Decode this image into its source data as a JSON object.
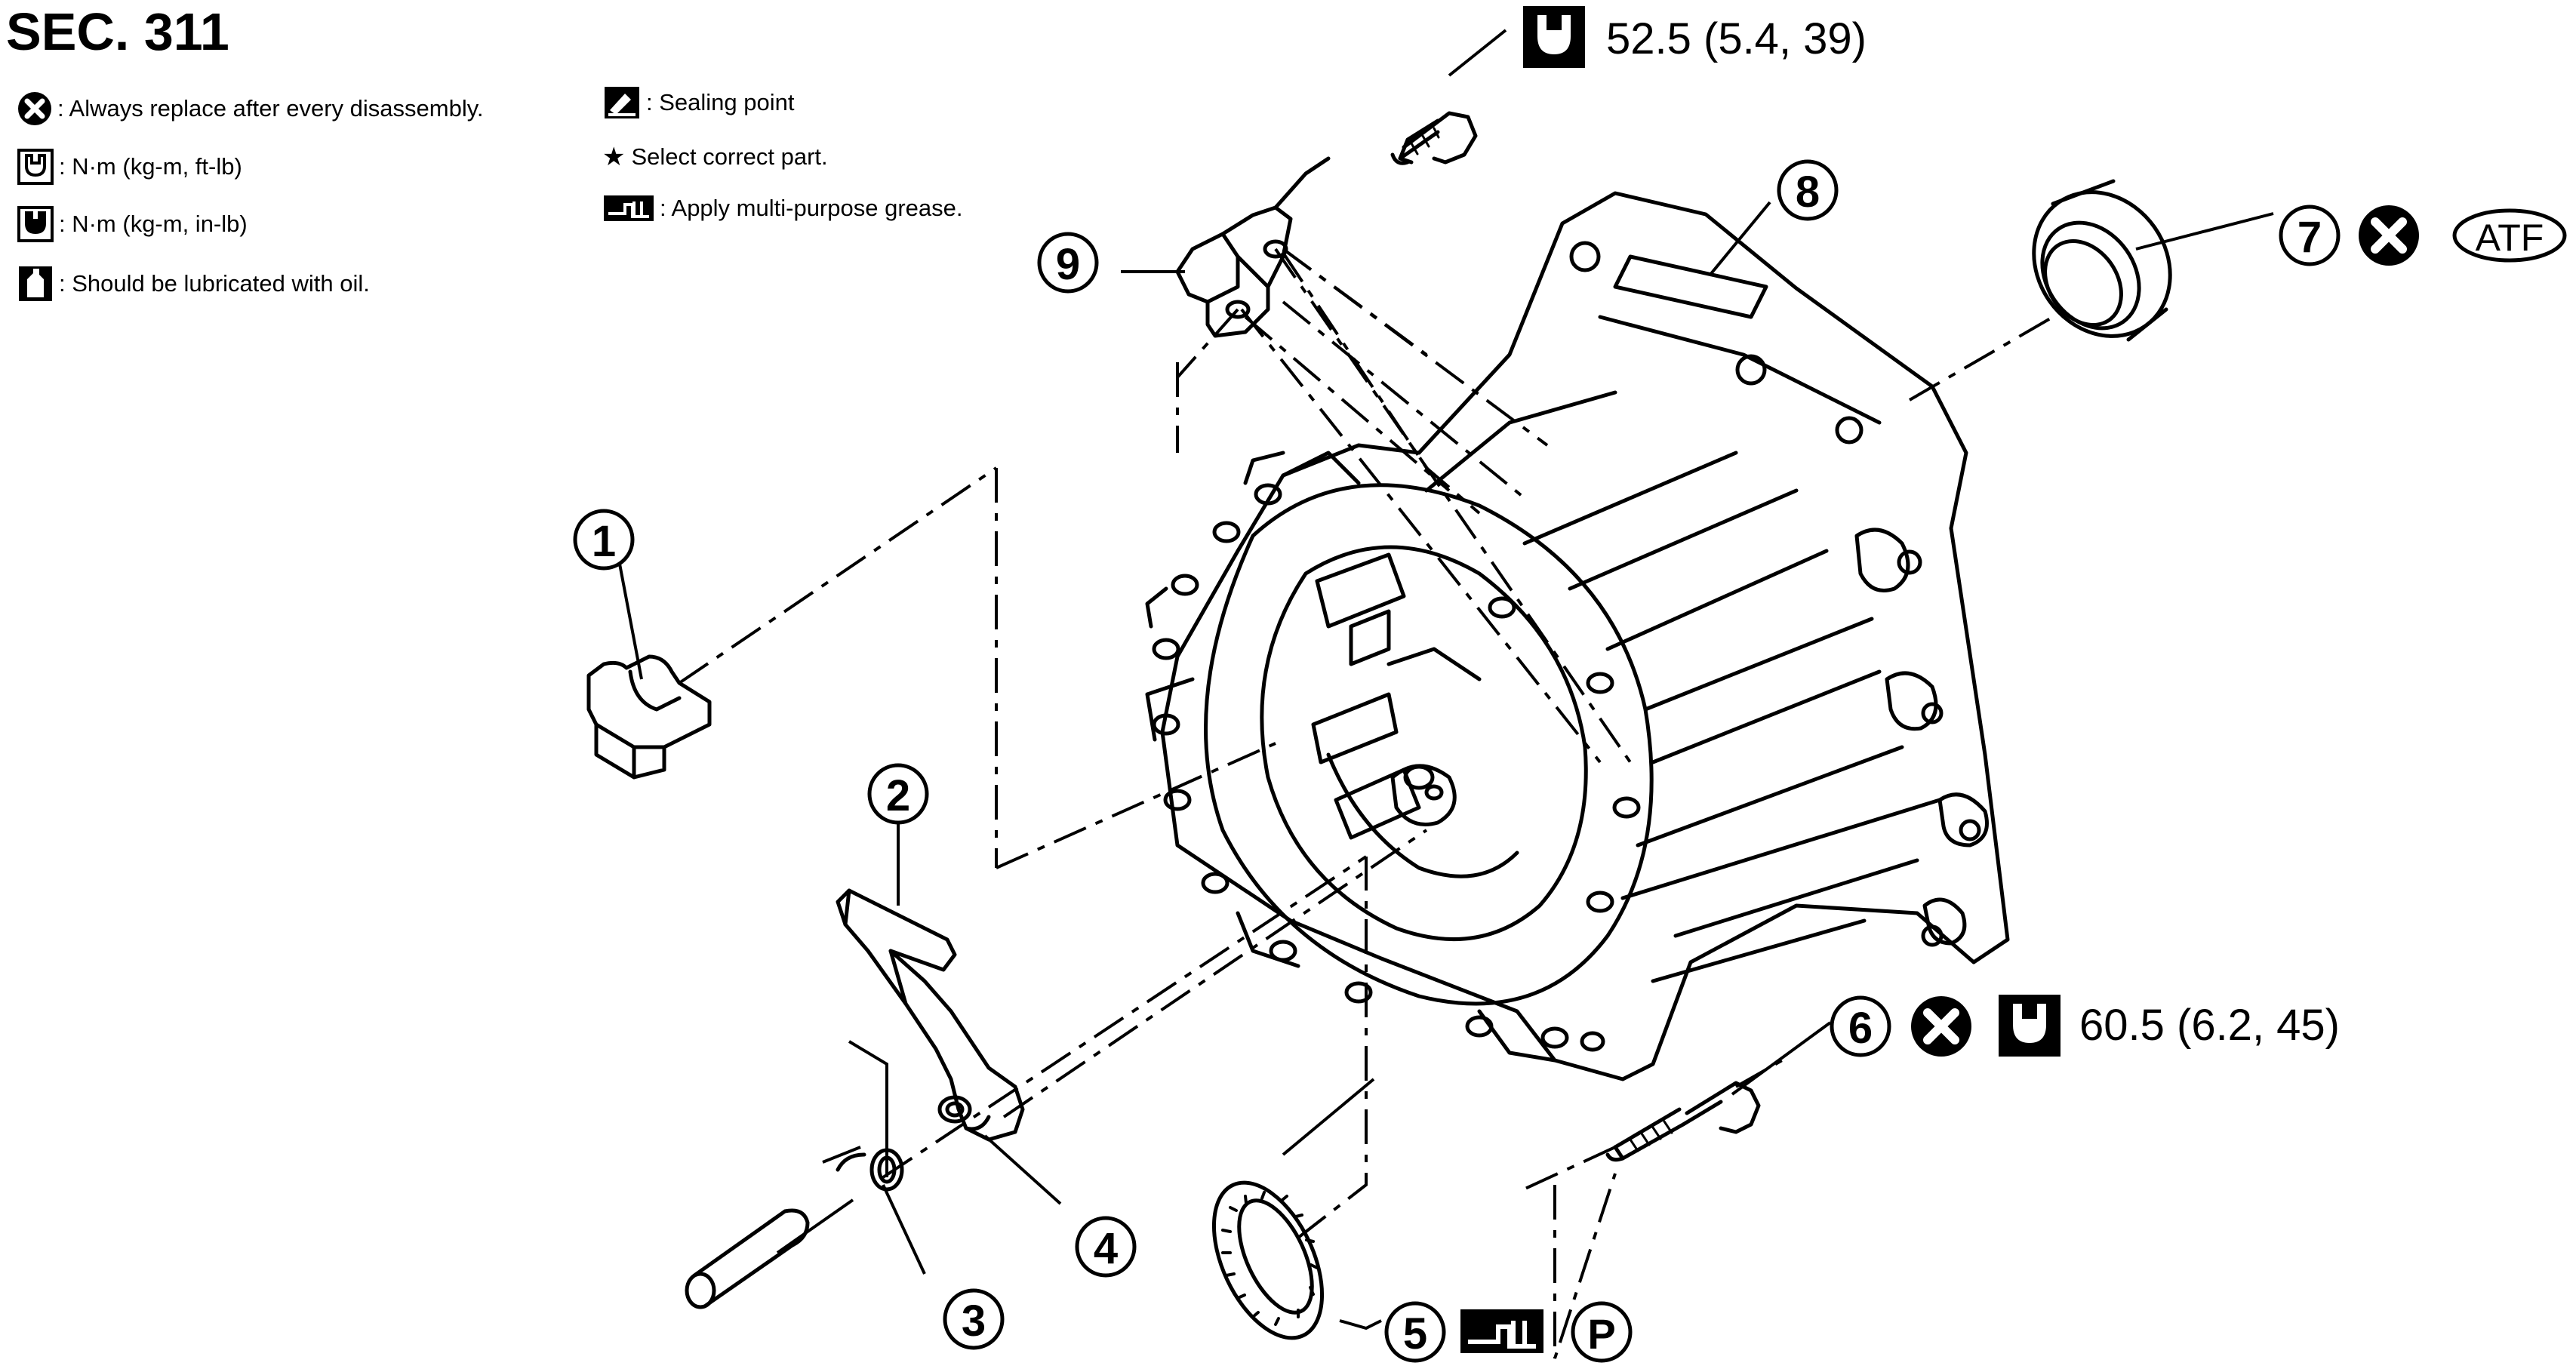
{
  "section": "SEC. 311",
  "legend": {
    "replace": ": Always replace after every disassembly.",
    "torque_ftlb": ": N·m (kg-m, ft-lb)",
    "torque_inlb": ": N·m (kg-m, in-lb)",
    "lubricate": ": Should be lubricated with oil.",
    "sealing": ": Sealing point",
    "select": "Select correct part.",
    "grease": ": Apply multi-purpose grease."
  },
  "symbols": {
    "star": "★",
    "atf": "ATF",
    "p_mark": "P"
  },
  "callouts": [
    {
      "number": "1"
    },
    {
      "number": "2"
    },
    {
      "number": "3"
    },
    {
      "number": "4"
    },
    {
      "number": "5"
    },
    {
      "number": "6",
      "torque": "60.5 (6.2, 45)"
    },
    {
      "number": "7"
    },
    {
      "number": "8"
    },
    {
      "number": "9",
      "torque": "52.5 (5.4, 39)"
    }
  ]
}
